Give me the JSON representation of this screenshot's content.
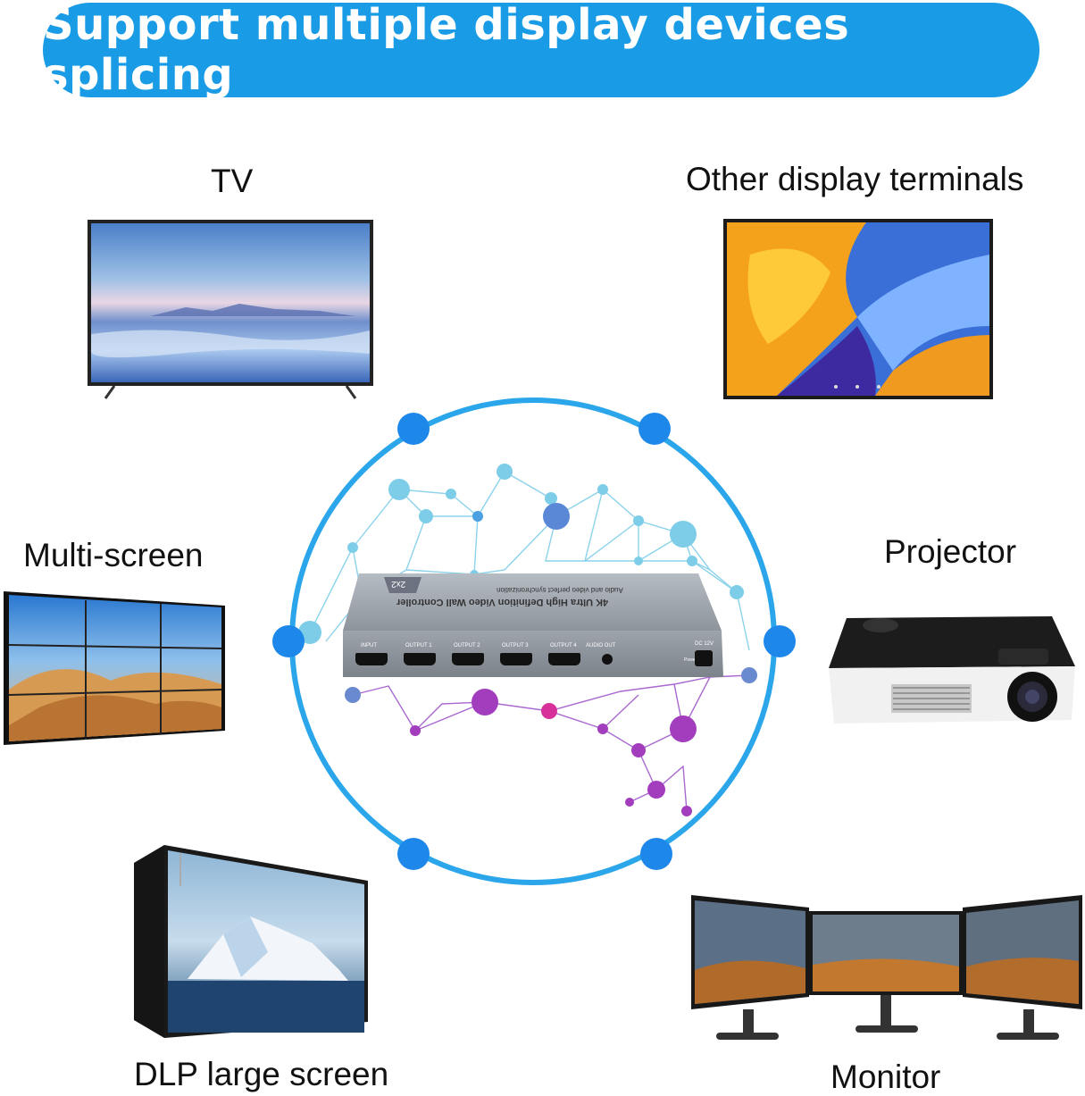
{
  "banner": {
    "title": "Support multiple display devices splicing"
  },
  "labels": {
    "tv": "TV",
    "other": "Other display terminals",
    "multi": "Multi-screen",
    "projector": "Projector",
    "dlp": "DLP large screen",
    "monitor": "Monitor"
  },
  "device": {
    "top_text": "4K Ultra High Definition Video Wall Controller",
    "top_sub": "Audio and video perfect synchronization",
    "badge": "2x2",
    "ports": [
      "INPUT",
      "OUTPUT 1",
      "OUTPUT 2",
      "OUTPUT 3",
      "OUTPUT 4",
      "AUDIO OUT"
    ],
    "power_label": "DC 12V",
    "power_sub": "Power",
    "port_numbers": [
      "IN",
      "1",
      "2",
      "3",
      "4"
    ]
  },
  "colors": {
    "banner": "#1a9be6",
    "ring": "#2ba6ea",
    "node": "#1e88ea"
  }
}
